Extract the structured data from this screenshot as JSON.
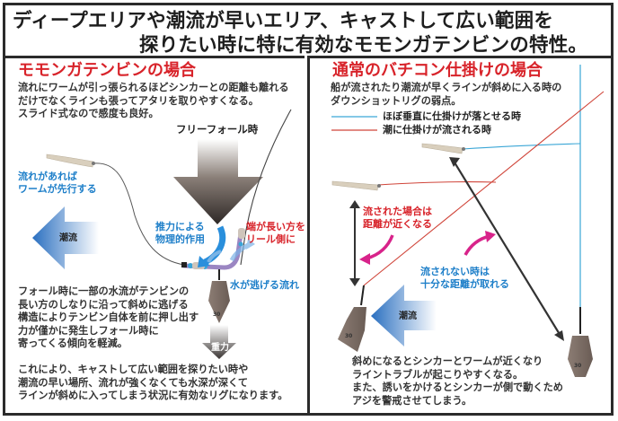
{
  "title": {
    "line1": "ディープエリアや潮流が早いエリア、キャストして広い範囲を",
    "line2": "探りたい時に特に有効なモモンガテンビンの特性。"
  },
  "left_panel": {
    "heading": "モモンガテンビンの場合",
    "intro": [
      "流れにワームが引っ張られるほどシンカーとの距離も離れる",
      "だけでなくラインも張ってアタリを取りやすくなる。",
      "スライド式なので感度も良好。"
    ],
    "labels": {
      "free_fall": "フリーフォール時",
      "worm_leads": [
        "流れがあれば",
        "ワームが先行する"
      ],
      "current": "潮流",
      "thrust": [
        "推力による",
        "物理的作用"
      ],
      "long_end": [
        "端が長い方を",
        "リール側に"
      ],
      "water_escape": "水が逃げる流れ",
      "gravity": "重力",
      "sinker_mark": "30"
    },
    "explanation": [
      "フォール時に一部の水流がテンビンの",
      "長い方のしなりに沿って斜めに逃げる",
      "構造によりテンビン自体を前に押し出す",
      "力が僅かに発生しフォール時に",
      "寄ってくる傾向を軽減。"
    ],
    "conclusion": [
      "これにより、キャストして広い範囲を探りたい時や",
      "潮流の早い場所、流れが強くなくても水深が深くて",
      "ラインが斜めに入ってしまう状況に有効なリグになります。"
    ]
  },
  "right_panel": {
    "heading": "通常のバチコン仕掛けの場合",
    "intro": [
      "船が流されたり潮流が早くラインが斜めに入る時の",
      "ダウンショットリグの弱点。"
    ],
    "legend": [
      {
        "label": "ほぼ垂直に仕掛けが落とせる時",
        "color": "#3aa6d6"
      },
      {
        "label": "潮に仕掛けが流される時",
        "color": "#d0453a"
      }
    ],
    "labels": {
      "drifted": [
        "流された場合は",
        "距離が近くなる"
      ],
      "not_drifted": [
        "流されない時は",
        "十分な距離が取れる"
      ],
      "current": "潮流",
      "sinker_mark": "30"
    },
    "explanation": [
      "斜めになるとシンカーとワームが近くなり",
      "ライントラブルが起こりやすくなる。",
      "また、誘いをかけるとシンカーが側で動くため",
      "アジを警戒させてしまう。"
    ]
  },
  "colors": {
    "heading_red": "#d8232a",
    "label_blue": "#1e7fc9",
    "label_red": "#d8232a",
    "magenta_arrow": "#d8238a",
    "frame": "#2b2b2b",
    "sinker": "#7a6a62"
  }
}
